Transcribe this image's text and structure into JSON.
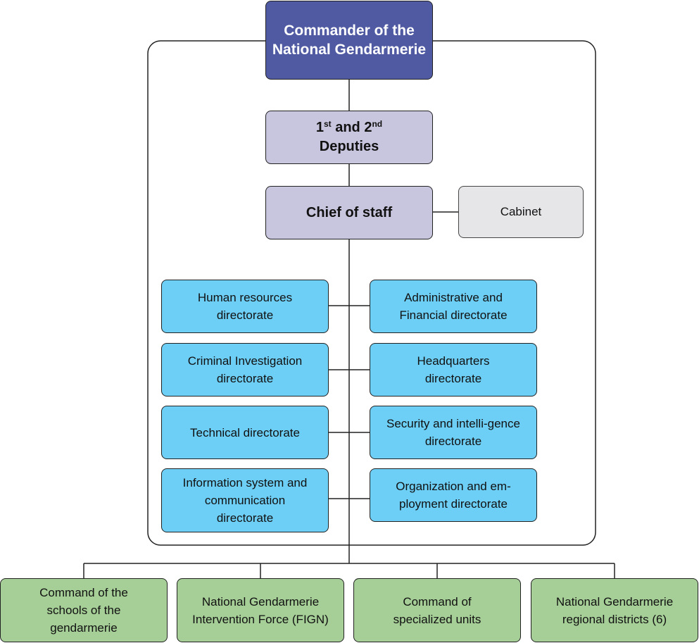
{
  "commander": {
    "label": "Commander of the National Gendarmerie"
  },
  "deputies": {
    "label_a": "1",
    "sup_a": "st",
    "label_b": " and 2",
    "sup_b": "nd",
    "label_c": "Deputies"
  },
  "chief_of_staff": {
    "label": "Chief of staff"
  },
  "cabinet": {
    "label": "Cabinet"
  },
  "directorates_left": [
    {
      "label": "Human resources directorate"
    },
    {
      "label": "Criminal Investigation directorate"
    },
    {
      "label": "Technical directorate"
    },
    {
      "label": "Information system and communication directorate"
    }
  ],
  "directorates_right": [
    {
      "label": "Administrative and Financial directorate"
    },
    {
      "label": "Headquarters directorate"
    },
    {
      "label": "Security and intelli-gence directorate"
    },
    {
      "label": "Organization and em-ployment directorate"
    }
  ],
  "subordinate_units": [
    {
      "label": "Command of the schools of the gendarmerie"
    },
    {
      "label": "National Gendarmerie Intervention Force (FIGN)"
    },
    {
      "label": "Command of specialized units"
    },
    {
      "label": "National Gendarmerie regional districts (6)"
    }
  ],
  "colors": {
    "commander": "#4f5aa3",
    "staff": "#c8c6df",
    "cabinet": "#e6e6e8",
    "directorate": "#6dcff6",
    "unit": "#a6cf97"
  }
}
